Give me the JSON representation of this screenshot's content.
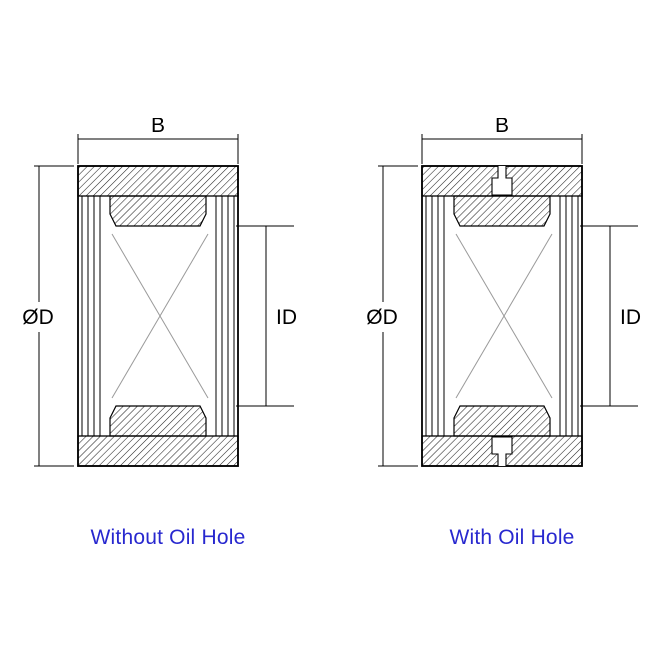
{
  "figures": [
    {
      "id": "without-oil-hole",
      "caption": "Without Oil Hole",
      "labels": {
        "width": "B",
        "outer_diameter": "ØD",
        "inner_diameter": "ID"
      }
    },
    {
      "id": "with-oil-hole",
      "caption": "With Oil Hole",
      "labels": {
        "width": "B",
        "outer_diameter": "ØD",
        "inner_diameter": "ID"
      }
    }
  ],
  "colors": {
    "caption_text": "#2828cf",
    "drawing_line": "#000000",
    "background": "#ffffff"
  }
}
